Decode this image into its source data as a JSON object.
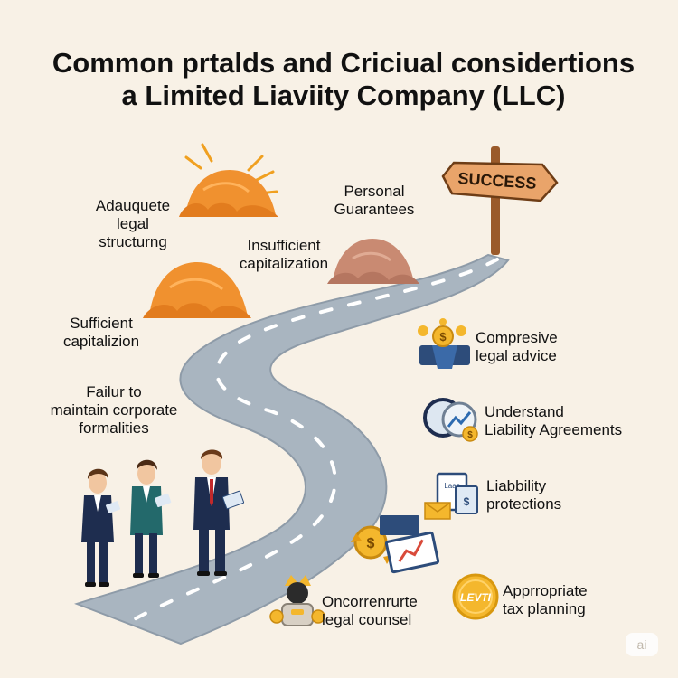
{
  "title": {
    "line1": "Common prtalds and Criciual considertions",
    "line2": "a Limited Liaviity Company (LLC)"
  },
  "signpost": {
    "label": "SUCCESS"
  },
  "left_labels": {
    "adequate_structuring": [
      "Adauquete",
      "legal",
      "structurng"
    ],
    "personal_guarantees": [
      "Personal",
      "Guarantees"
    ],
    "insufficient_capitalization": [
      "Insufficient",
      "capitalization"
    ],
    "sufficient_capitalization": [
      "Sufficient",
      "capitalizion"
    ],
    "failure_formalities": [
      "Failur to",
      "maintain corporate",
      "formalities"
    ]
  },
  "right_labels": {
    "comprehensive_advice": [
      "Compresive",
      "legal advice"
    ],
    "understand_agreements": [
      "Understand",
      "Liability Agreements"
    ],
    "liability_protections": [
      "Liabbility",
      "protections"
    ],
    "legal_counsel": [
      "Oncorrenrurte",
      "legal counsel"
    ],
    "tax_planning": [
      "Apprropriate",
      "tax planning"
    ]
  },
  "tax_coin_text": "LEVTI",
  "doc_text": "Laaz",
  "watermark": "ai",
  "colors": {
    "background": "#f8f1e6",
    "road": "#a9b5c0",
    "road_edge": "#8e9ba8",
    "mound_orange": "#f0912f",
    "mound_brown": "#c98a72",
    "sign_wood": "#e9a46a",
    "coin_gold": "#f4b72d",
    "suit_navy": "#1e2d4f",
    "suit_teal": "#23696b"
  }
}
